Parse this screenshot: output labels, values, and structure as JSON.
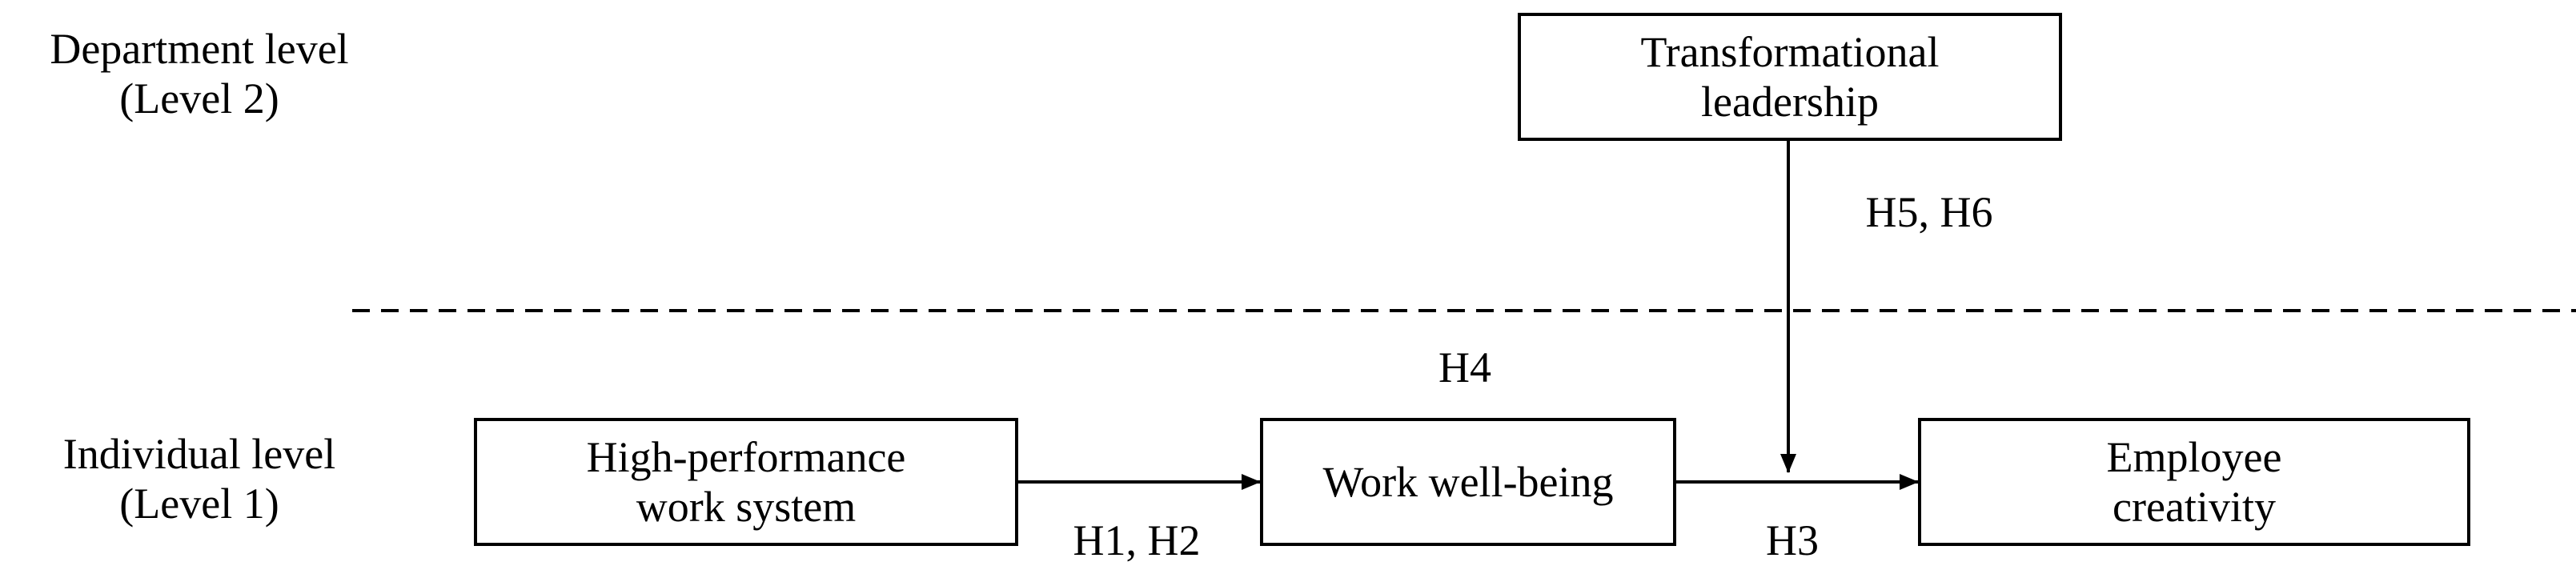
{
  "levels": {
    "department": {
      "line1": "Department level",
      "line2": "(Level 2)"
    },
    "individual": {
      "line1": "Individual level",
      "line2": "(Level 1)"
    }
  },
  "nodes": {
    "transformational_leadership": {
      "line1": "Transformational",
      "line2": "leadership"
    },
    "hpws": {
      "line1": "High-performance",
      "line2": "work system"
    },
    "work_wellbeing": {
      "line1": "Work well-being"
    },
    "employee_creativity": {
      "line1": "Employee",
      "line2": "creativity"
    }
  },
  "hypotheses": {
    "h5_h6": "H5, H6",
    "h4": "H4",
    "h1_h2": "H1, H2",
    "h3": "H3"
  }
}
